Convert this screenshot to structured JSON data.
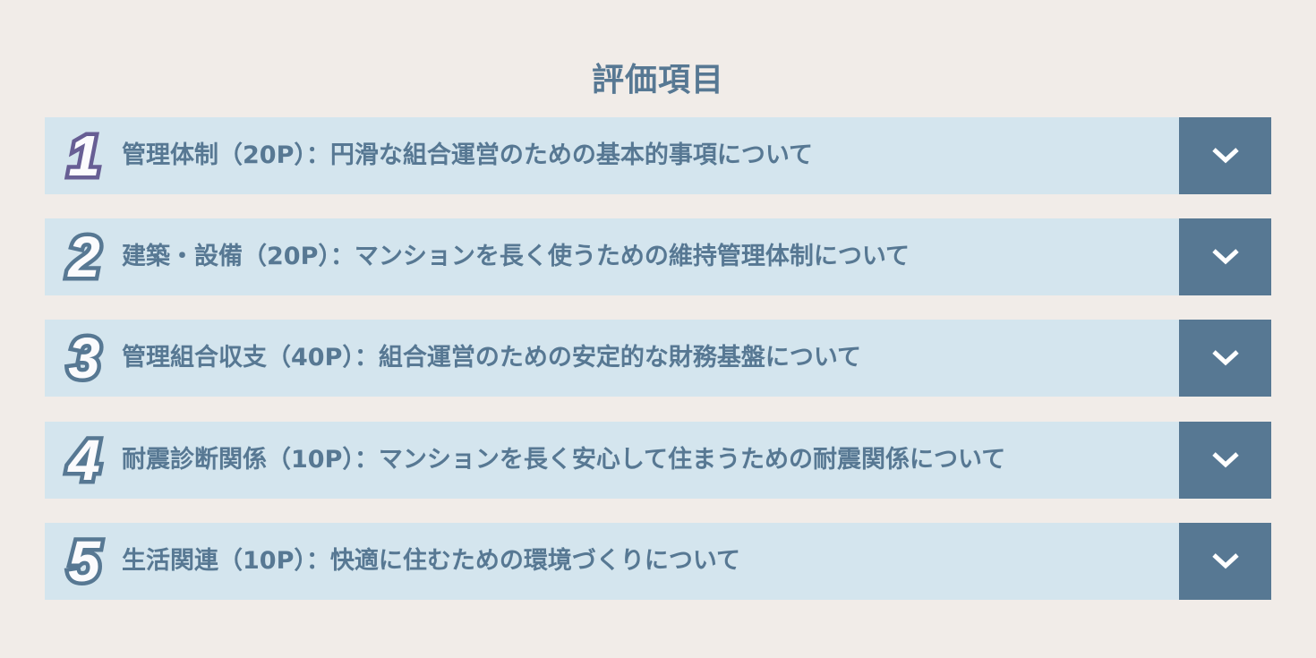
{
  "title": "評価項目",
  "items": [
    {
      "number": "1",
      "label": "管理体制（20P）：円滑な組合運営のための基本的事項について"
    },
    {
      "number": "2",
      "label": "建築・設備（20P）：マンションを長く使うための維持管理体制について"
    },
    {
      "number": "3",
      "label": "管理組合収支（40P）：組合運営のための安定的な財務基盤について"
    },
    {
      "number": "4",
      "label": "耐震診断関係（10P）：マンションを長く安心して住まうための耐震関係について"
    },
    {
      "number": "5",
      "label": "生活関連（10P）：快適に住むための環境づくりについて"
    }
  ],
  "colors": {
    "accent": "#577893",
    "first_number_outline": "#675e94",
    "row_bg": "#d4e5ee",
    "page_bg": "#f1ece8"
  }
}
